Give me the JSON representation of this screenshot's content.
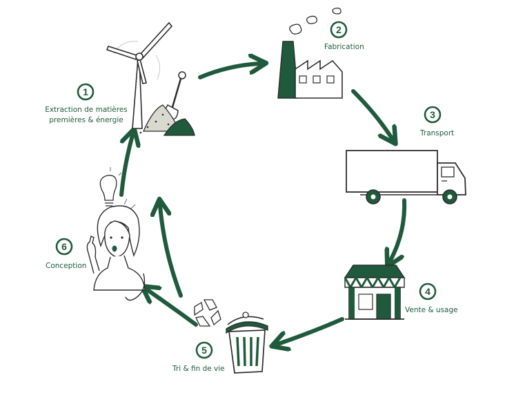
{
  "colors": {
    "primary": "#1f5a3c",
    "ink": "#2b2b2b",
    "light_ink": "#6f6f6f",
    "fill_light": "#ffffff"
  },
  "steps": [
    {
      "number": "1",
      "label_line1": "Extraction de matières",
      "label_line2": "premières & énergie",
      "icon": "wind-turbine-shovel-icon"
    },
    {
      "number": "2",
      "label": "Fabrication",
      "icon": "factory-icon"
    },
    {
      "number": "3",
      "label": "Transport",
      "icon": "truck-icon"
    },
    {
      "number": "4",
      "label": "Vente & usage",
      "icon": "shop-icon"
    },
    {
      "number": "5",
      "label": "Tri & fin de vie",
      "icon": "recycling-bin-icon"
    },
    {
      "number": "6",
      "label": "Conception",
      "icon": "person-lightbulb-icon"
    }
  ]
}
